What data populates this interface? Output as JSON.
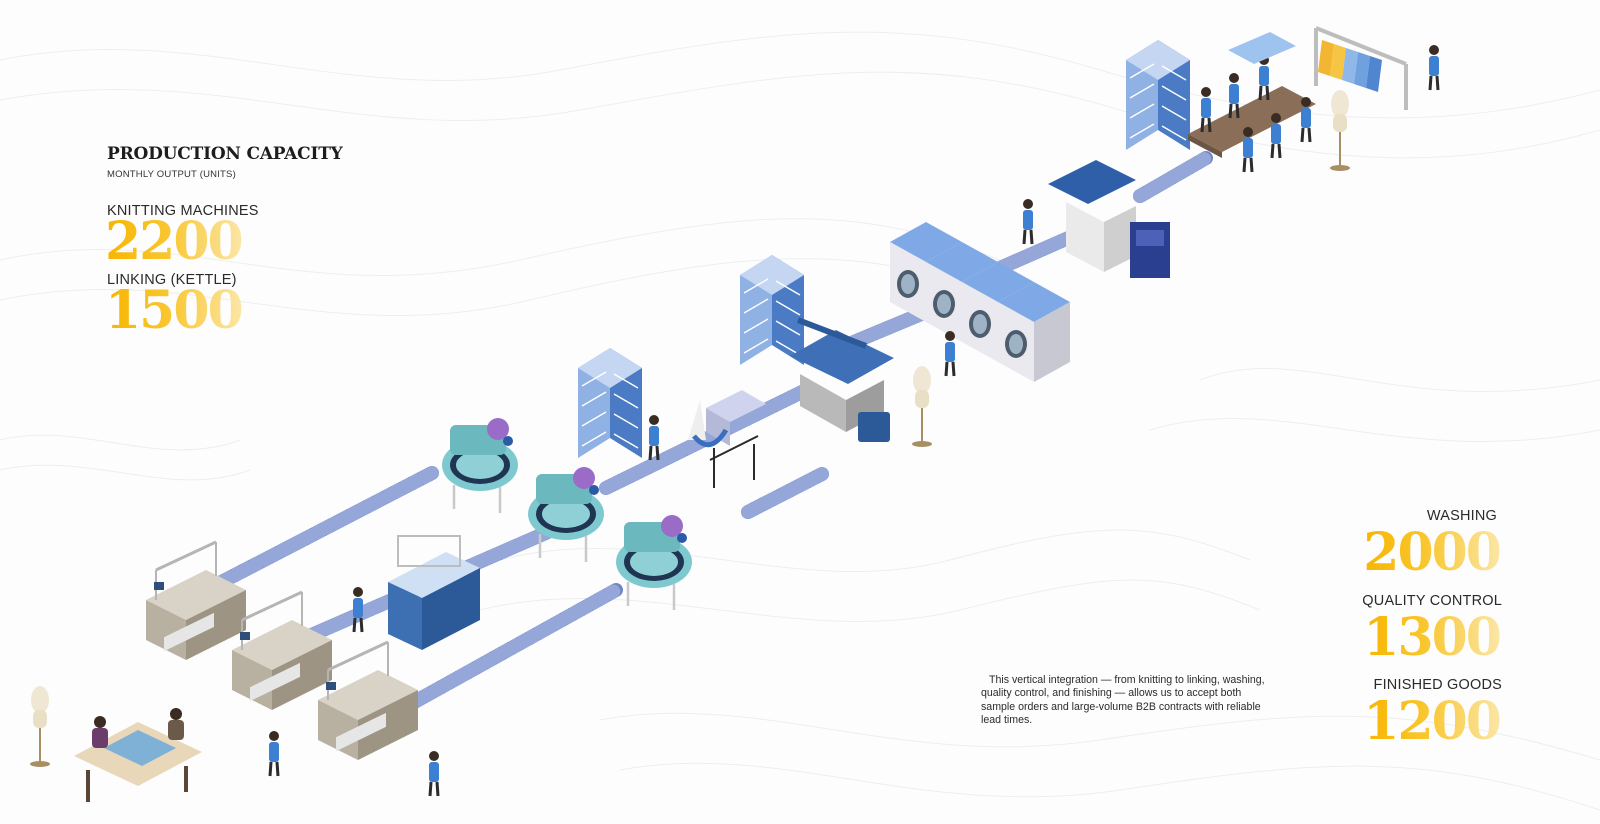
{
  "header": {
    "title": "PRODUCTION CAPACITY",
    "subtitle": "MONTHLY OUTPUT (UNITS)"
  },
  "stats": [
    {
      "label": "KNITTING MACHINES",
      "value": "2200"
    },
    {
      "label": "LINKING (KETTLE)",
      "value": "1500"
    },
    {
      "label": "WASHING",
      "value": "2000"
    },
    {
      "label": "QUALITY CONTROL",
      "value": "1300"
    },
    {
      "label": "FINISHED GOODS",
      "value": "1200"
    }
  ],
  "note": "This vertical integration — from knitting to linking, washing, quality control, and finishing — allows us to accept both sample orders and large-volume B2B contracts with reliable lead times.",
  "colors": {
    "accent_gold": "#f7b500",
    "gold_fade": "#fbe6a6",
    "machine_blue": "#4a7bc4",
    "teal_machine": "#78c4c9",
    "conveyor": "#6f86c4",
    "text": "#1d1d1d"
  }
}
